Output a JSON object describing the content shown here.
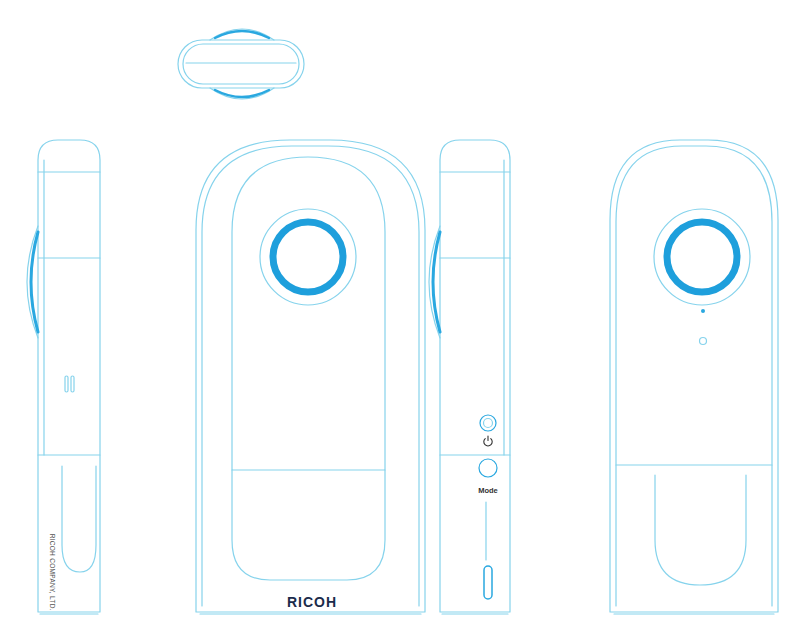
{
  "diagram": {
    "labels": [
      "RICOH COMPANY, LTD.",
      "RICOH",
      "Mode"
    ]
  }
}
